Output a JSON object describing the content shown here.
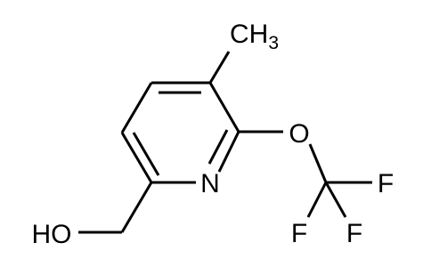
{
  "molecule": {
    "atoms": {
      "ch3": {
        "symbol": "CH",
        "subscript": "3"
      },
      "ring_n": {
        "symbol": "N"
      },
      "ether_o": {
        "symbol": "O"
      },
      "hydroxyl": {
        "symbol": "HO"
      },
      "f_top": {
        "symbol": "F"
      },
      "f_left": {
        "symbol": "F"
      },
      "f_right": {
        "symbol": "F"
      }
    }
  }
}
